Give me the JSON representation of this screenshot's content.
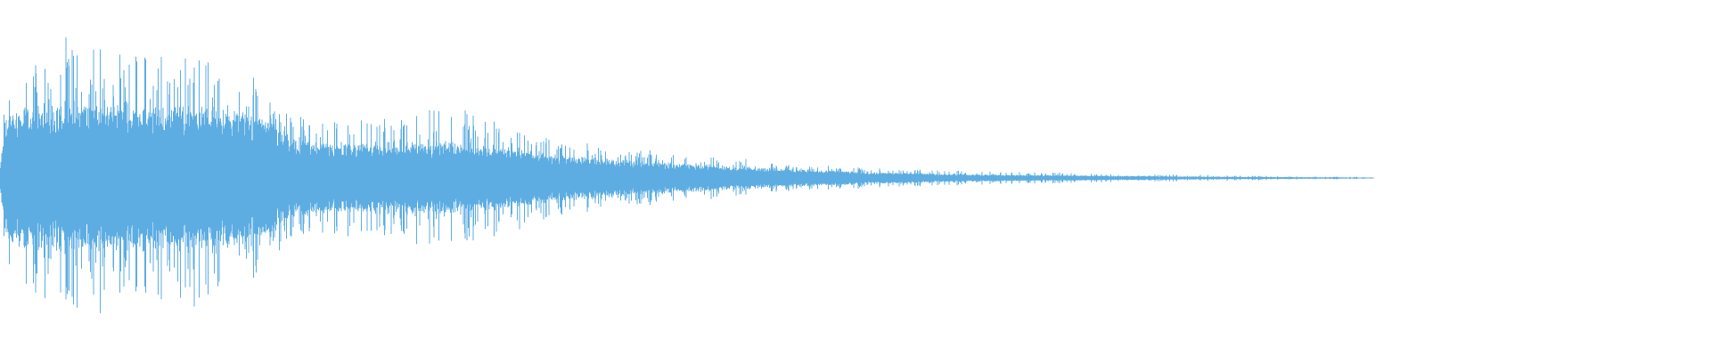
{
  "waveform": {
    "color": "#5dade2",
    "background": "#ffffff",
    "envelope": [
      {
        "t": 0.0,
        "peak": 0.12,
        "body": 0.05
      },
      {
        "t": 0.003,
        "peak": 0.62,
        "body": 0.4
      },
      {
        "t": 0.01,
        "peak": 0.75,
        "body": 0.45
      },
      {
        "t": 0.03,
        "peak": 0.85,
        "body": 0.48
      },
      {
        "t": 0.046,
        "peak": 0.95,
        "body": 0.5
      },
      {
        "t": 0.07,
        "peak": 0.8,
        "body": 0.48
      },
      {
        "t": 0.1,
        "peak": 0.88,
        "body": 0.47
      },
      {
        "t": 0.12,
        "peak": 0.85,
        "body": 0.46
      },
      {
        "t": 0.14,
        "peak": 0.72,
        "body": 0.43
      },
      {
        "t": 0.15,
        "peak": 0.66,
        "body": 0.4
      },
      {
        "t": 0.16,
        "peak": 0.55,
        "body": 0.36
      },
      {
        "t": 0.165,
        "peak": 0.44,
        "body": 0.3
      },
      {
        "t": 0.17,
        "peak": 0.4,
        "body": 0.25
      },
      {
        "t": 0.2,
        "peak": 0.38,
        "body": 0.22
      },
      {
        "t": 0.23,
        "peak": 0.42,
        "body": 0.23
      },
      {
        "t": 0.26,
        "peak": 0.48,
        "body": 0.24
      },
      {
        "t": 0.29,
        "peak": 0.4,
        "body": 0.21
      },
      {
        "t": 0.32,
        "peak": 0.28,
        "body": 0.16
      },
      {
        "t": 0.36,
        "peak": 0.2,
        "body": 0.12
      },
      {
        "t": 0.4,
        "peak": 0.15,
        "body": 0.09
      },
      {
        "t": 0.44,
        "peak": 0.12,
        "body": 0.07
      },
      {
        "t": 0.48,
        "peak": 0.08,
        "body": 0.05
      },
      {
        "t": 0.52,
        "peak": 0.06,
        "body": 0.035
      },
      {
        "t": 0.56,
        "peak": 0.05,
        "body": 0.025
      },
      {
        "t": 0.6,
        "peak": 0.04,
        "body": 0.02
      },
      {
        "t": 0.65,
        "peak": 0.03,
        "body": 0.015
      },
      {
        "t": 0.7,
        "peak": 0.02,
        "body": 0.01
      },
      {
        "t": 0.76,
        "peak": 0.012,
        "body": 0.006
      },
      {
        "t": 0.8,
        "peak": 0.006,
        "body": 0.003
      },
      {
        "t": 0.803,
        "peak": 0.0,
        "body": 0.0
      },
      {
        "t": 1.0,
        "peak": 0.0,
        "body": 0.0
      }
    ]
  }
}
